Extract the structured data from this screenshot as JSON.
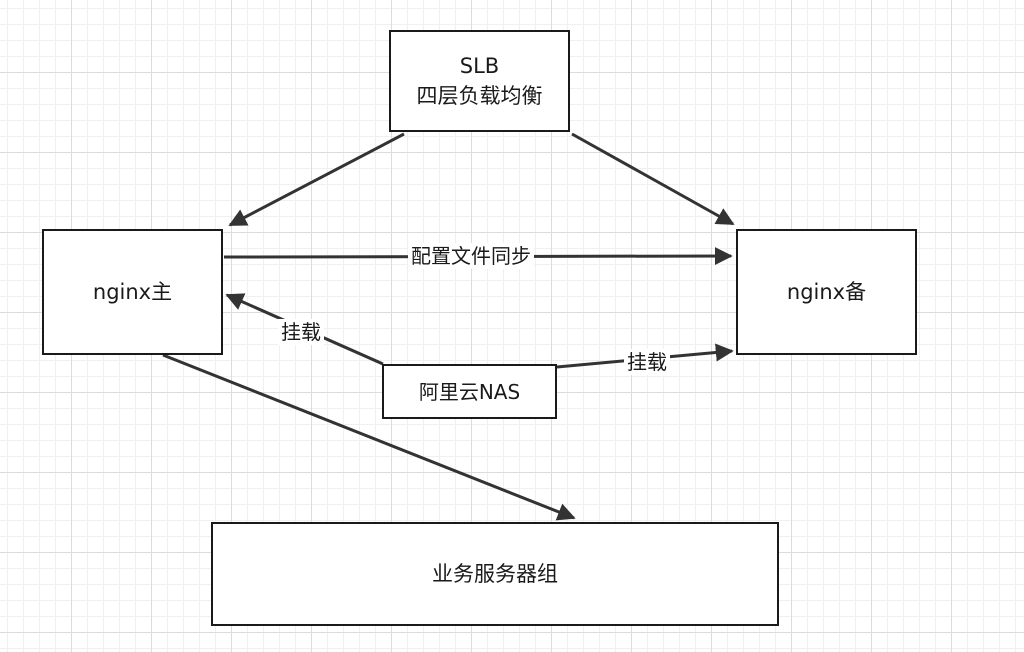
{
  "nodes": {
    "slb": {
      "line1": "SLB",
      "line2": "四层负载均衡"
    },
    "nginx_primary": "nginx主",
    "nginx_backup": "nginx备",
    "nas": "阿里云NAS",
    "servers": "业务服务器组"
  },
  "edges": {
    "config_sync": "配置文件同步",
    "mount_primary": "挂载",
    "mount_backup": "挂载"
  }
}
